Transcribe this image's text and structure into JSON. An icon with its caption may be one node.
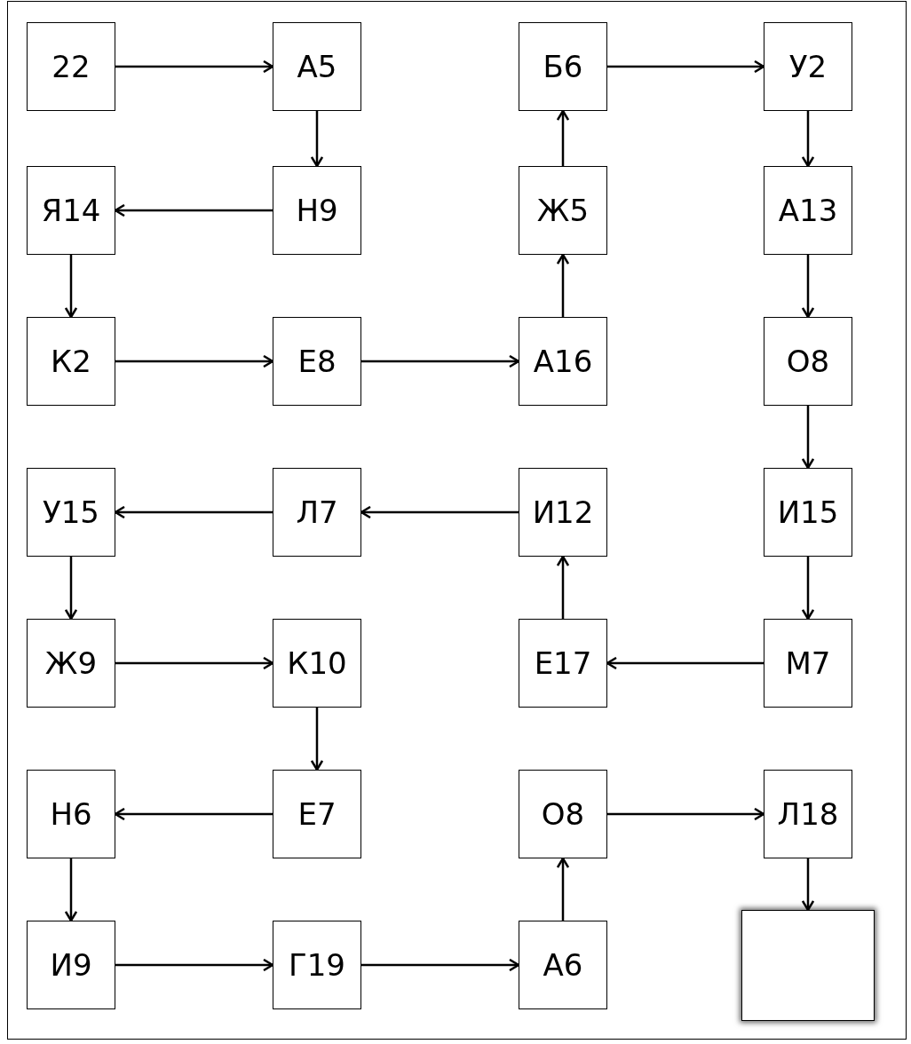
{
  "diagram": {
    "nodes": [
      {
        "text": [
          "22"
        ]
      },
      {
        "text": [
          "А5"
        ]
      },
      {
        "text": [
          "Б6"
        ]
      },
      {
        "text": [
          "У2"
        ]
      },
      {
        "text": [
          "Я14"
        ]
      },
      {
        "text": [
          "Н9"
        ]
      },
      {
        "text": [
          "Ж5"
        ]
      },
      {
        "text": [
          "А13"
        ]
      },
      {
        "text": [
          "К2"
        ]
      },
      {
        "text": [
          "Е8"
        ]
      },
      {
        "text": [
          "А16"
        ]
      },
      {
        "text": [
          "О8"
        ]
      },
      {
        "text": [
          "У15"
        ]
      },
      {
        "text": [
          "Л7"
        ]
      },
      {
        "text": [
          "И12"
        ]
      },
      {
        "text": [
          "И15"
        ]
      },
      {
        "text": [
          "Ж9"
        ]
      },
      {
        "text": [
          "К10"
        ]
      },
      {
        "text": [
          "Е17"
        ]
      },
      {
        "text": [
          "М7"
        ]
      },
      {
        "text": [
          "Н6"
        ]
      },
      {
        "text": [
          "Е7"
        ]
      },
      {
        "text": [
          "О8"
        ]
      },
      {
        "text": [
          "Л18"
        ]
      },
      {
        "text": [
          "И9"
        ]
      },
      {
        "text": [
          "Г19"
        ]
      },
      {
        "text": [
          "А6"
        ]
      },
      {
        "text": [],
        "shape": "box"
      }
    ],
    "edges": [
      {
        "from": 0,
        "to": 1,
        "arrow": "to"
      },
      {
        "from": 1,
        "to": 5,
        "arrow": "to"
      },
      {
        "from": 5,
        "to": 4,
        "arrow": "to"
      },
      {
        "from": 4,
        "to": 8,
        "arrow": "to"
      },
      {
        "from": 8,
        "to": 9,
        "arrow": "to"
      },
      {
        "from": 9,
        "to": 10,
        "arrow": "to"
      },
      {
        "from": 10,
        "to": 6,
        "arrow": "to"
      },
      {
        "from": 6,
        "to": 2,
        "arrow": "to"
      },
      {
        "from": 2,
        "to": 3,
        "arrow": "to"
      },
      {
        "from": 3,
        "to": 7,
        "arrow": "to"
      },
      {
        "from": 7,
        "to": 11,
        "arrow": "to"
      },
      {
        "from": 11,
        "to": 15,
        "arrow": "to"
      },
      {
        "from": 15,
        "to": 19,
        "arrow": "to"
      },
      {
        "from": 19,
        "to": 18,
        "arrow": "to"
      },
      {
        "from": 18,
        "to": 14,
        "arrow": "to"
      },
      {
        "from": 14,
        "to": 13,
        "arrow": "to"
      },
      {
        "from": 13,
        "to": 12,
        "arrow": "to"
      },
      {
        "from": 12,
        "to": 16,
        "arrow": "to"
      },
      {
        "from": 16,
        "to": 17,
        "arrow": "to"
      },
      {
        "from": 17,
        "to": 21,
        "arrow": "to"
      },
      {
        "from": 21,
        "to": 20,
        "arrow": "to"
      },
      {
        "from": 20,
        "to": 24,
        "arrow": "to"
      },
      {
        "from": 24,
        "to": 25,
        "arrow": "to"
      },
      {
        "from": 25,
        "to": 26,
        "arrow": "to"
      },
      {
        "from": 26,
        "to": 22,
        "arrow": "to"
      },
      {
        "from": 22,
        "to": 23,
        "arrow": "to"
      },
      {
        "from": 23,
        "to": 27,
        "arrow": "to"
      }
    ]
  }
}
